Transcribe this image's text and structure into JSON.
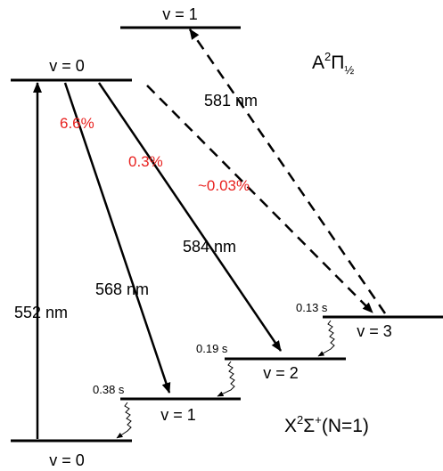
{
  "levels": {
    "excited_v1": "v = 1",
    "excited_v0": "v = 0",
    "ground_v0": "v = 0",
    "ground_v1": "v = 1",
    "ground_v2": "v = 2",
    "ground_v3": "v = 3"
  },
  "states": {
    "excited": {
      "main": "A",
      "sup": "2",
      "greek": "Π",
      "sub": "½"
    },
    "ground": {
      "main": "X",
      "sup1": "2",
      "greek": "Σ",
      "sup2": "+",
      "rest": "(N=1)"
    }
  },
  "transitions": {
    "pump_552": "552 nm",
    "decay_568": "568 nm",
    "decay_584": "584 nm",
    "repump_581": "581 nm"
  },
  "branching": {
    "to_v1": "6.6%",
    "to_v2": "0.3%",
    "to_v3": "~0.03%"
  },
  "lifetimes": {
    "v1": "0.38 s",
    "v2": "0.19 s",
    "v3": "0.13 s"
  },
  "colors": {
    "line": "#000000",
    "branching_text": "#e8211f"
  }
}
